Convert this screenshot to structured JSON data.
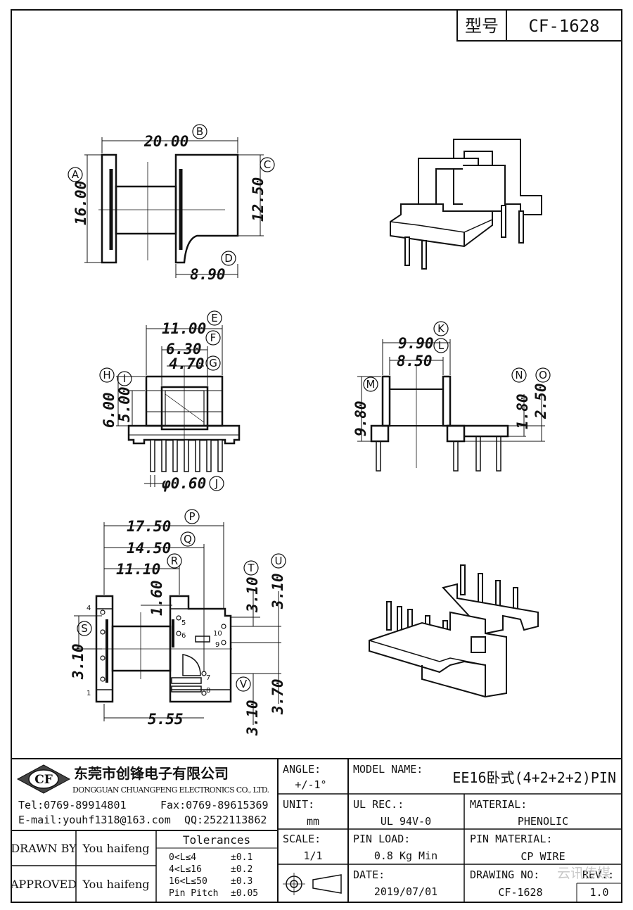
{
  "header": {
    "model_label": "型号",
    "model_value": "CF-1628"
  },
  "top_view": {
    "dims": {
      "width": "20.00",
      "height": "16.00",
      "right_height": "12.50",
      "bottom": "8.90"
    },
    "labels": [
      "A",
      "B",
      "C",
      "D"
    ]
  },
  "front_view": {
    "dims": {
      "w1": "11.00",
      "w2": "6.30",
      "w3": "4.70",
      "h1": "6.00",
      "h2": "5.00",
      "pin": "φ0.60"
    },
    "labels": [
      "E",
      "F",
      "G",
      "H",
      "I",
      "J"
    ]
  },
  "side_view": {
    "dims": {
      "w1": "9.90",
      "w2": "8.50",
      "h": "9.80",
      "h1": "1.80",
      "h2": "2.50"
    },
    "labels": [
      "K",
      "L",
      "M",
      "N",
      "O"
    ]
  },
  "bottom_view": {
    "dims": {
      "w1": "17.50",
      "w2": "14.50",
      "w3": "11.10",
      "d1": "1.60",
      "d2": "3.10",
      "d3": "3.10",
      "d4": "3.10",
      "d5": "3.70",
      "d6": "3.10",
      "d7": "5.55"
    },
    "labels": [
      "P",
      "Q",
      "R",
      "S",
      "T",
      "U",
      "V"
    ],
    "pins": [
      "4",
      "1",
      "5",
      "6",
      "10",
      "9",
      "7",
      "8"
    ]
  },
  "title_block": {
    "company_cn": "东莞市创锋电子有限公司",
    "company_en": "DONGGUAN CHUANGFENG ELECTRONICS CO., LTD.",
    "logo": "CF",
    "tel": "Tel:0769-89914801",
    "fax": "Fax:0769-89615369",
    "email": "E-mail:youhf1318@163.com",
    "qq": "QQ:2522113862",
    "angle_label": "ANGLE:",
    "angle_value": "+/-1°",
    "model_name_label": "MODEL NAME:",
    "model_name_value": "EE16卧式(4+2+2+2)PIN",
    "unit_label": "UNIT:",
    "unit_value": "mm",
    "ul_label": "UL REC.:",
    "ul_value": "UL 94V-0",
    "material_label": "MATERIAL:",
    "material_value": "PHENOLIC",
    "drawn_label": "DRAWN BY",
    "drawn_value": "You haifeng",
    "tol_label": "Tolerances",
    "tol_rows": [
      {
        "range": "0<L≤4",
        "value": "±0.1"
      },
      {
        "range": "4<L≤16",
        "value": "±0.2"
      },
      {
        "range": "16<L≤50",
        "value": "±0.3"
      },
      {
        "range": "Pin Pitch",
        "value": "±0.05"
      }
    ],
    "scale_label": "SCALE:",
    "scale_value": "1/1",
    "pin_load_label": "PIN LOAD:",
    "pin_load_value": "0.8 Kg Min",
    "pin_material_label": "PIN MATERIAL:",
    "pin_material_value": "CP WIRE",
    "approved_label": "APPROVED",
    "approved_value": "You haifeng",
    "date_label": "DATE:",
    "date_value": "2019/07/01",
    "drawing_no_label": "DRAWING NO:",
    "drawing_no_value": "CF-1628",
    "rev_label": "REV.:",
    "rev_value": "1.0",
    "watermark": "云讯传媒"
  }
}
